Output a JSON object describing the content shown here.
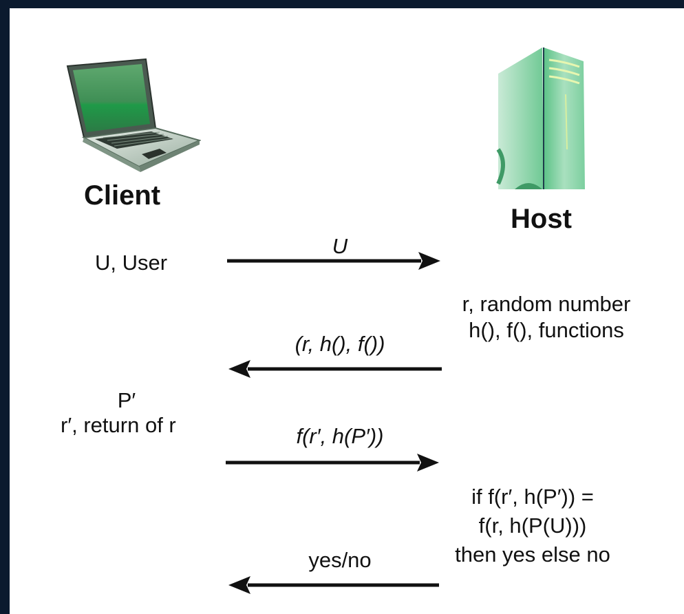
{
  "client": {
    "label": "Client"
  },
  "host": {
    "label": "Host"
  },
  "client_notes": {
    "user": "U, User",
    "p_prime": "P′",
    "r_prime": "r′, return of r"
  },
  "host_notes": {
    "random": "r, random number",
    "functions": "h(), f(), functions",
    "check_line1": "if f(r′, h(P′)) =",
    "check_line2": "f(r, h(P(U)))",
    "check_line3": "then yes else no"
  },
  "messages": [
    {
      "label": "U",
      "direction": "client-to-host"
    },
    {
      "label": "(r, h(), f())",
      "direction": "host-to-client"
    },
    {
      "label": "f(r′, h(P′))",
      "direction": "client-to-host"
    },
    {
      "label": "yes/no",
      "direction": "host-to-client"
    }
  ],
  "icons": {
    "client": "laptop-icon",
    "host": "server-tower-icon"
  },
  "colors": {
    "frame": "#0b1a2e",
    "accent_green": "#3aa86a",
    "arrow": "#111111"
  }
}
